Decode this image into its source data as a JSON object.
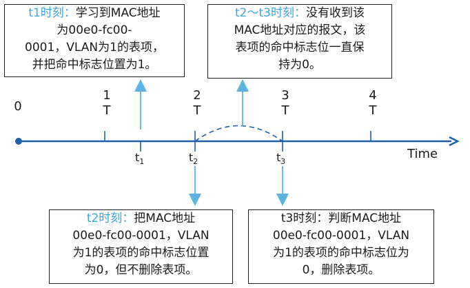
{
  "boxes": {
    "t1": {
      "lines": [
        {
          "hl": "t1时刻：",
          "text": "学习到MAC地址"
        },
        {
          "hl": "",
          "text": "为00e0-fc00-"
        },
        {
          "hl": "",
          "text": "0001，VLAN为1的表项，"
        },
        {
          "hl": "",
          "text": "并把命中标志位置为1。"
        }
      ]
    },
    "t2t3": {
      "lines": [
        {
          "hl": "t2～t3时刻：",
          "text": "没有收到该"
        },
        {
          "hl": "",
          "text": "MAC地址对应的报文，该"
        },
        {
          "hl": "",
          "text": "表项的命中标志位一直保"
        },
        {
          "hl": "",
          "text": "持为0。"
        }
      ]
    },
    "t2": {
      "lines": [
        {
          "hl": "t2时刻：",
          "text": "把MAC地址"
        },
        {
          "hl": "",
          "text": "00e0-fc00-0001，VLAN"
        },
        {
          "hl": "",
          "text": "为1的表项的命中标志位置"
        },
        {
          "hl": "",
          "text": "为0，但不删除表项。"
        }
      ]
    },
    "t3": {
      "lines": [
        {
          "hl": "",
          "text": "t3时刻：判断MAC地址"
        },
        {
          "hl": "",
          "text": "00e0-fc00-0001，VLAN"
        },
        {
          "hl": "",
          "text": "为1的表项的命中标志位为"
        },
        {
          "hl": "",
          "text": "0，删除表项。"
        }
      ]
    }
  },
  "axis": {
    "origin_label": "0",
    "ticks": [
      {
        "num": "1",
        "unit": "T"
      },
      {
        "num": "2",
        "unit": "T"
      },
      {
        "num": "3",
        "unit": "T"
      },
      {
        "num": "4",
        "unit": "T"
      }
    ],
    "time_points": [
      {
        "base": "t",
        "sub": "1"
      },
      {
        "base": "t",
        "sub": "2"
      },
      {
        "base": "t",
        "sub": "3"
      }
    ],
    "time_label": "Time"
  },
  "colors": {
    "axis": "#1f5fa8",
    "arrow": "#5ab3e0",
    "highlight": "#3aa5d8",
    "border": "#1a1a1a"
  }
}
